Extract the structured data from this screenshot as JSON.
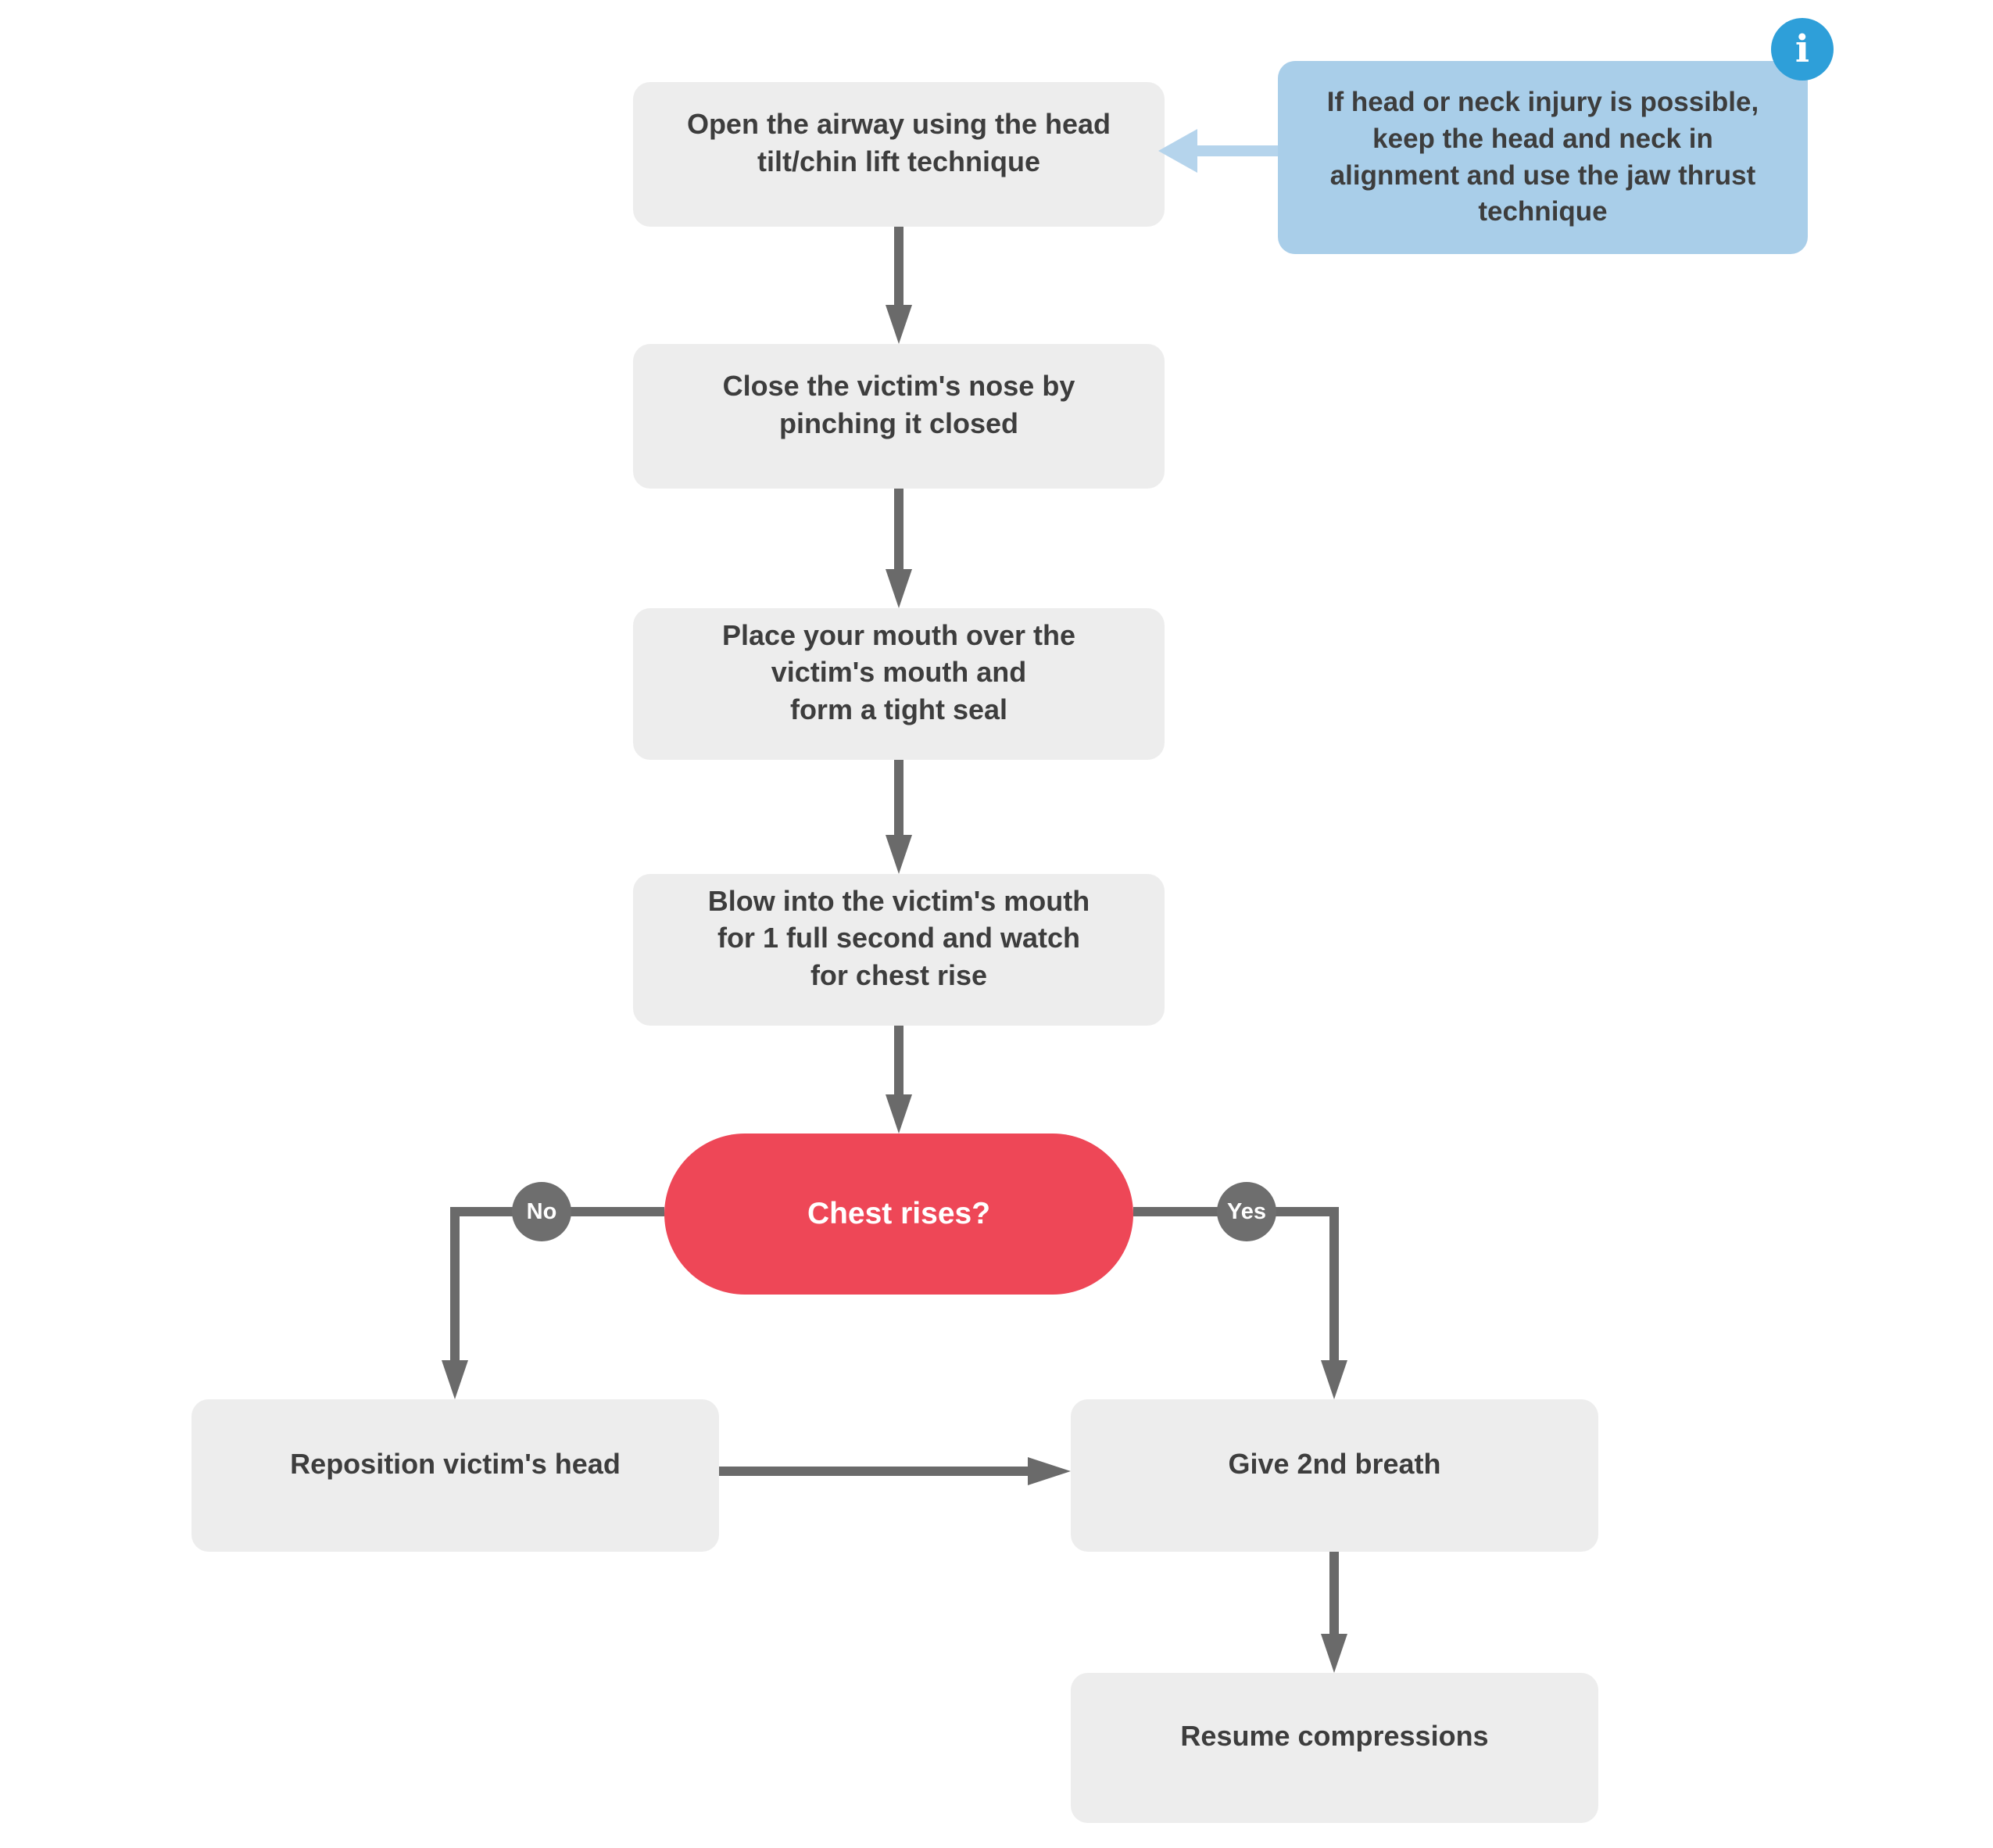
{
  "flowchart": {
    "nodes": {
      "open_airway": {
        "label": "Open the airway using the head\ntilt/chin lift technique"
      },
      "close_nose": {
        "label": "Close the victim's nose by\npinching it closed"
      },
      "mouth_seal": {
        "label": "Place your mouth over the\nvictim's mouth and\nform a tight seal"
      },
      "blow": {
        "label": "Blow into the victim's mouth\nfor 1 full second and watch\nfor chest rise"
      },
      "decision": {
        "label": "Chest rises?"
      },
      "reposition": {
        "label": "Reposition victim's head"
      },
      "give_breath": {
        "label": "Give 2nd breath"
      },
      "resume": {
        "label": "Resume compressions"
      }
    },
    "note": {
      "label": "If head or neck injury is possible,\nkeep the head and neck in\nalignment and use the jaw thrust\ntechnique",
      "icon_glyph": "i"
    },
    "branches": {
      "no": "No",
      "yes": "Yes"
    },
    "colors": {
      "step_fill": "#EDEDED",
      "note_fill": "#A9CEE9",
      "info_icon_fill": "#2E9FD9",
      "decision_fill": "#EE4757",
      "connector": "#6A6A6A",
      "badge_fill": "#6E6E6E",
      "text": "#3D3D3D",
      "light_text": "#FFFFFF",
      "note_arrow": "#B5D4EC"
    }
  }
}
